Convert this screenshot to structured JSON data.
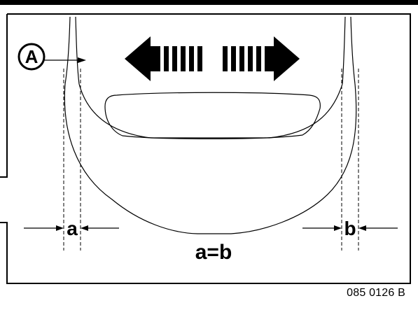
{
  "colors": {
    "ink": "#000000",
    "background": "#ffffff"
  },
  "callout": {
    "letter": "A"
  },
  "labels": {
    "left_gap": "a",
    "right_gap": "b",
    "equation": "a=b"
  },
  "figure_code": "085 0126 B"
}
